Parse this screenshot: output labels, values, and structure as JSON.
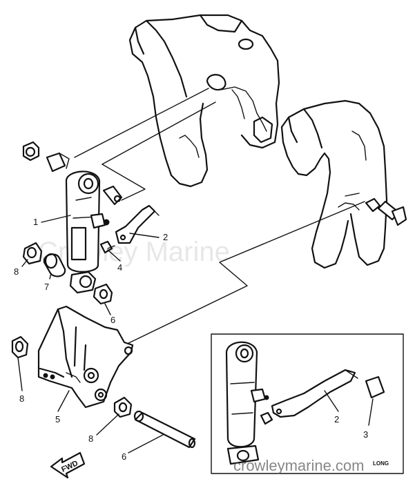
{
  "callouts": {
    "c1": "1",
    "c2_main": "2",
    "c4": "4",
    "c8_upper": "8",
    "c7": "7",
    "c6_mid": "6",
    "c8_left": "8",
    "c5": "5",
    "c8_lower": "8",
    "c6_bottom": "6",
    "c2_inset": "2",
    "c3": "3"
  },
  "labels": {
    "fwd": "FWD",
    "long": "LONG"
  },
  "watermarks": {
    "center": "Crowley Marine",
    "bottom": "crowleymarine.com"
  }
}
